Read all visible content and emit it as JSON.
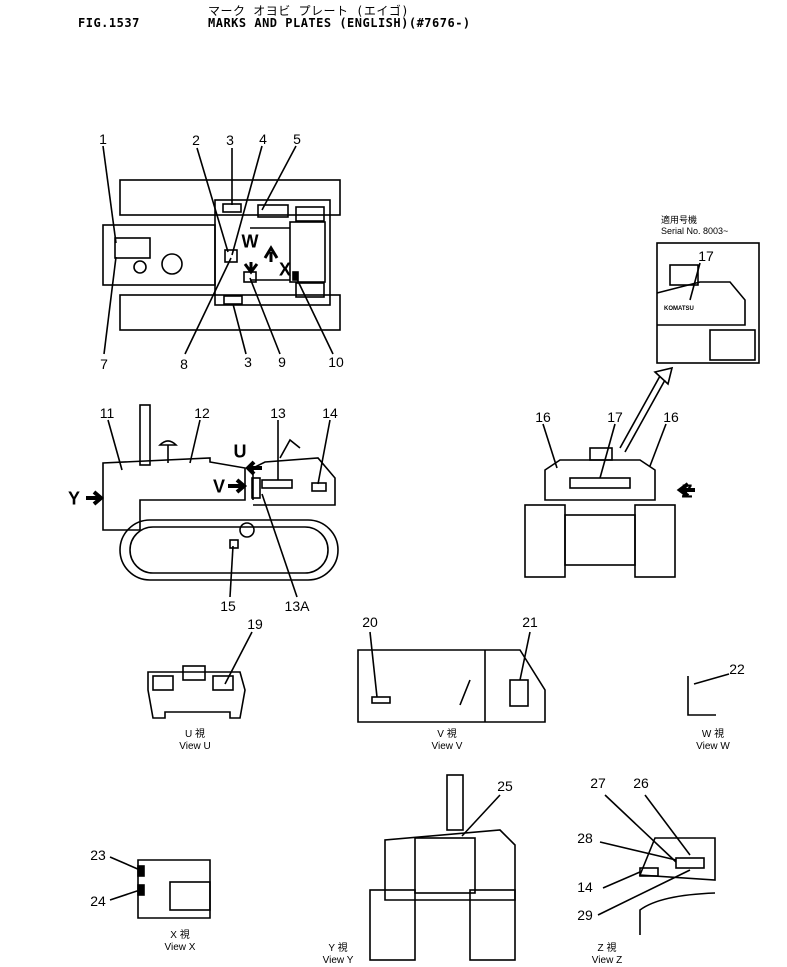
{
  "header": {
    "fig": "FIG.1537",
    "title_jp": "マーク オヨビ プレート (エイゴ)",
    "title_en": "MARKS AND PLATES (ENGLISH)(#7676-)"
  },
  "serial_note": {
    "jp": "適用号機",
    "en": "Serial No. 8003~"
  },
  "callouts": [
    "1",
    "2",
    "3",
    "4",
    "5",
    "7",
    "8",
    "3",
    "9",
    "10",
    "11",
    "12",
    "13",
    "14",
    "Y",
    "U",
    "V",
    "15",
    "13A",
    "16",
    "17",
    "16",
    "17",
    "Z",
    "19",
    "20",
    "21",
    "22",
    "23",
    "24",
    "25",
    "27",
    "26",
    "28",
    "14",
    "29"
  ],
  "direction_letters": {
    "w": "W",
    "x": "X"
  },
  "views": {
    "u": {
      "jp": "U 視",
      "en": "View U"
    },
    "v": {
      "jp": "V 視",
      "en": "View V"
    },
    "w": {
      "jp": "W 視",
      "en": "View W"
    },
    "x": {
      "jp": "X 視",
      "en": "View X"
    },
    "y": {
      "jp": "Y 視",
      "en": "View Y"
    },
    "z": {
      "jp": "Z 視",
      "en": "View Z"
    }
  },
  "plate_text": "KOMATSU"
}
